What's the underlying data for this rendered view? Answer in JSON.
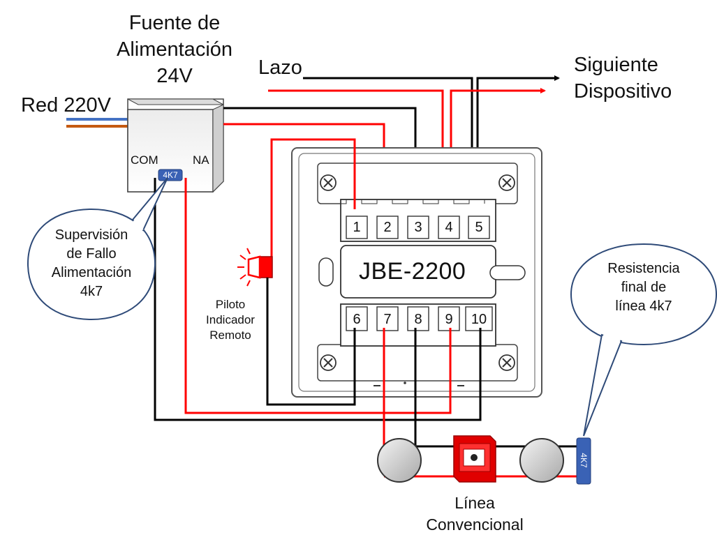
{
  "power_supply": {
    "title_line1": "Fuente de",
    "title_line2": "Alimentación",
    "title_line3": "24V",
    "com_label": "COM",
    "na_label": "NA",
    "resistor_label": "4K7"
  },
  "mains": {
    "label": "Red 220V"
  },
  "loop": {
    "label": "Lazo"
  },
  "next_device": {
    "line1": "Siguiente",
    "line2": "Dispositivo"
  },
  "module": {
    "model": "JBE-2200",
    "top_terminals": [
      "1",
      "2",
      "3",
      "4",
      "5"
    ],
    "bottom_terminals": [
      "6",
      "7",
      "8",
      "9",
      "10"
    ]
  },
  "supervision_bubble": {
    "line1": "Supervisión",
    "line2": "de Fallo",
    "line3": "Alimentación",
    "line4": "4k7"
  },
  "remote_indicator": {
    "line1": "Piloto",
    "line2": "Indicador",
    "line3": "Remoto"
  },
  "eol_bubble": {
    "line1": "Resistencia",
    "line2": "final de",
    "line3": "línea 4k7"
  },
  "eol_resistor": {
    "label": "4K7"
  },
  "conventional_line": {
    "line1": "Línea",
    "line2": "Convencional"
  },
  "colors": {
    "wire_red": "#ff0000",
    "wire_black": "#000000",
    "bubble_border": "#2e4a78",
    "resistor_blue": "#3a62b5"
  }
}
